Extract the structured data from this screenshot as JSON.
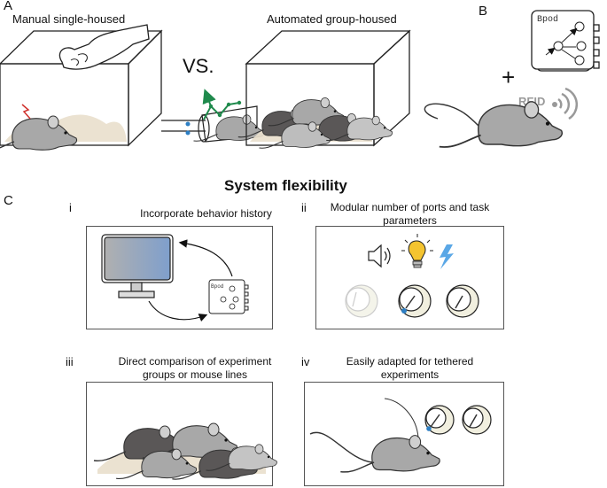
{
  "panels": {
    "a": {
      "letter": "A",
      "left_title": "Manual single-housed",
      "right_title": "Automated group-housed",
      "versus": "VS."
    },
    "b": {
      "letter": "B",
      "bpod_label": "Bpod",
      "rfid_label": "RFID",
      "plus": "+"
    },
    "c": {
      "letter": "C",
      "title": "System flexibility",
      "sub": [
        {
          "numeral": "i",
          "caption": "Incorporate behavior history",
          "bpod_label": "Bpod"
        },
        {
          "numeral": "ii",
          "caption_line1": "Modular number of ports and task",
          "caption_line2": "parameters"
        },
        {
          "numeral": "iii",
          "caption_line1": "Direct comparison of experiment",
          "caption_line2": "groups or mouse lines"
        },
        {
          "numeral": "iv",
          "caption_line1": "Easily adapted for tethered",
          "caption_line2": "experiments"
        }
      ]
    }
  },
  "colors": {
    "mouse_gray": "#a8a8a8",
    "mouse_dark": "#5a5757",
    "bedding": "#e9dfcc",
    "arrow_green": "#1f8a4c",
    "water_blue": "#2d7fc4",
    "bulb_yellow": "#f4c430",
    "lightning_blue": "#5aa7e6",
    "stress_red": "#d0312d"
  }
}
